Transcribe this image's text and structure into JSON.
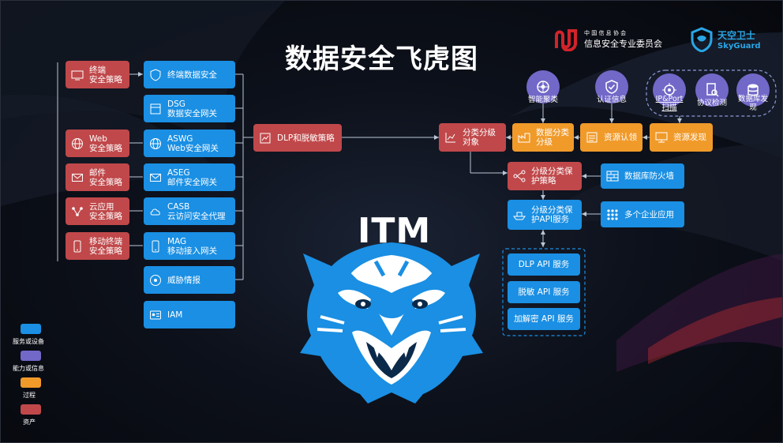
{
  "title": "数据安全飞虎图",
  "center_label": "ITM",
  "logos": {
    "assoc_line1": "中 国 信 息 协 会",
    "assoc_line2": "信息安全专业委员会",
    "sky_line1": "天空卫士",
    "sky_line2": "SkyGuard"
  },
  "left_policies": [
    {
      "l1": "终端",
      "l2": "安全策略",
      "icon": "terminal-icon"
    },
    {
      "l1": "Web",
      "l2": "安全策略",
      "icon": "globe-icon"
    },
    {
      "l1": "邮件",
      "l2": "安全策略",
      "icon": "mail-icon"
    },
    {
      "l1": "云应用",
      "l2": "安全策略",
      "icon": "cloud-nodes-icon"
    },
    {
      "l1": "移动终端",
      "l2": "安全策略",
      "icon": "mobile-icon"
    }
  ],
  "left_services": [
    {
      "l1": "终端数据安全",
      "l2": "",
      "icon": "shield-icon"
    },
    {
      "l1": "DSG",
      "l2": "数据安全网关",
      "icon": "gateway-icon"
    },
    {
      "l1": "ASWG",
      "l2": "Web安全网关",
      "icon": "globe-icon"
    },
    {
      "l1": "ASEG",
      "l2": "邮件安全网关",
      "icon": "mail-icon"
    },
    {
      "l1": "CASB",
      "l2": "云访问安全代理",
      "icon": "cloud-icon"
    },
    {
      "l1": "MAG",
      "l2": "移动接入网关",
      "icon": "mobile-icon"
    },
    {
      "l1": "威胁情报",
      "l2": "",
      "icon": "threat-icon"
    },
    {
      "l1": "IAM",
      "l2": "",
      "icon": "id-icon"
    }
  ],
  "dlp_policy": "DLP和脱敏策略",
  "right": {
    "circles": [
      {
        "label": "智能聚类",
        "icon": "cluster-icon"
      },
      {
        "label": "认证信息",
        "icon": "shield-check-icon"
      },
      {
        "label": "IP&Port扫描",
        "icon": "scan-icon"
      },
      {
        "label": "协议检测",
        "icon": "protocol-icon"
      },
      {
        "label": "数据库发现",
        "icon": "database-icon"
      }
    ],
    "classified_object": "分类分级对象",
    "classify": "数据分类分级",
    "asset_claim": "资源认领",
    "asset_discover": "资源发现",
    "policy": "分级分类保护策略",
    "db_firewall": "数据库防火墙",
    "api_service": "分级分类保护API服务",
    "enterprise_apps": "多个企业应用",
    "apis": [
      "DLP API 服务",
      "脱敏 API 服务",
      "加解密 API 服务"
    ]
  },
  "legend": [
    {
      "label": "服务或设备",
      "color": "#1a8fe3"
    },
    {
      "label": "能力或信息",
      "color": "#7268c8"
    },
    {
      "label": "过程",
      "color": "#f09a2a"
    },
    {
      "label": "资产",
      "color": "#c0484a"
    }
  ]
}
